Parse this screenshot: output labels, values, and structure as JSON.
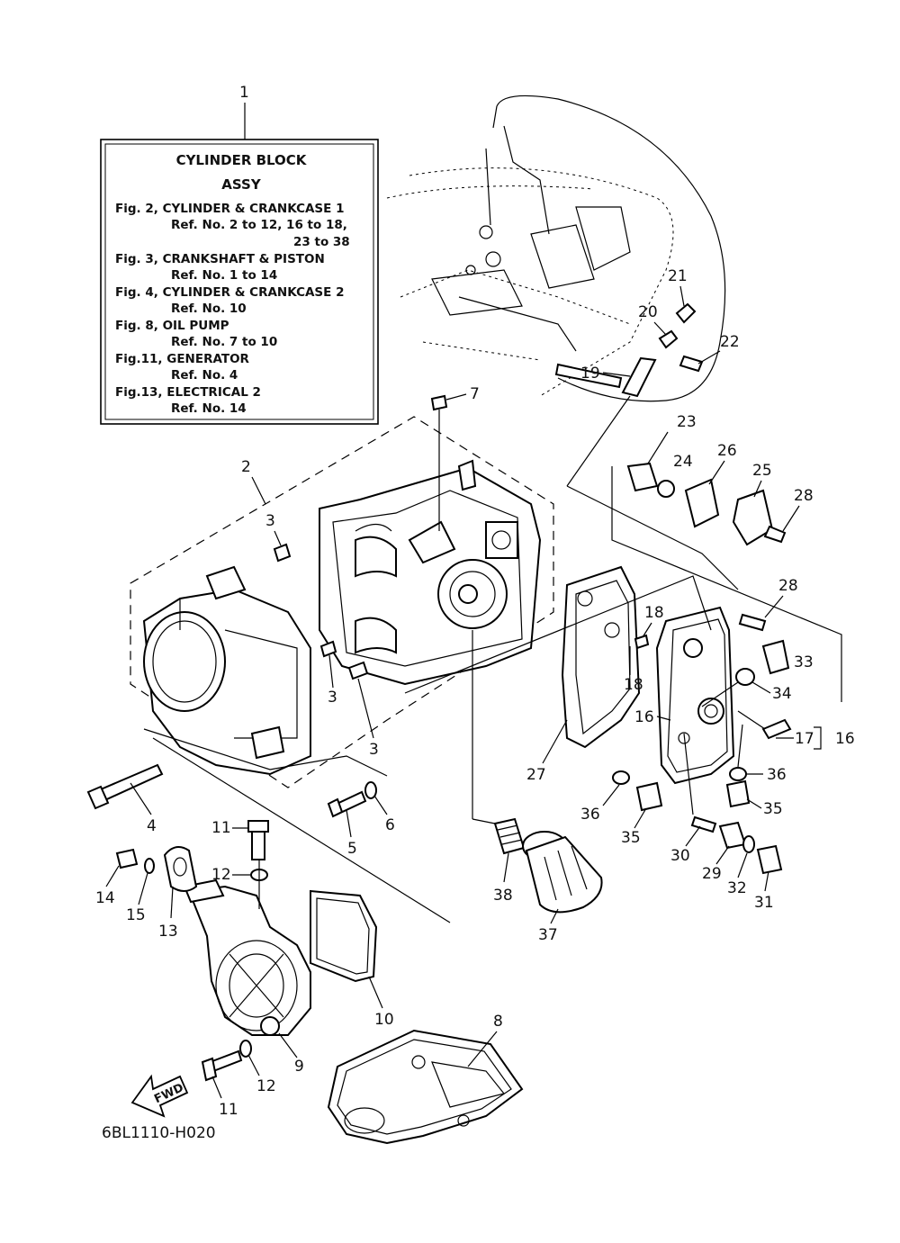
{
  "info_box": {
    "ref_number": "1",
    "title": "CYLINDER  BLOCK",
    "subtitle": "ASSY",
    "lines": [
      "Fig. 2, CYLINDER & CRANKCASE 1",
      "Ref. No. 2 to 12, 16 to 18,",
      "23 to 38",
      "Fig. 3, CRANKSHAFT & PISTON",
      "Ref. No. 1 to 14",
      "Fig. 4, CYLINDER & CRANKCASE 2",
      "Ref. No. 10",
      "Fig. 8, OIL PUMP",
      "Ref. No. 7 to 10",
      "Fig.11, GENERATOR",
      "Ref. No. 4",
      "Fig.13, ELECTRICAL 2",
      "Ref. No. 14"
    ]
  },
  "labels": {
    "n2": "2",
    "n3a": "3",
    "n3b": "3",
    "n3c": "3",
    "n4": "4",
    "n5": "5",
    "n6": "6",
    "n7": "7",
    "n8": "8",
    "n9": "9",
    "n10": "10",
    "n11a": "11",
    "n11b": "11",
    "n12a": "12",
    "n12b": "12",
    "n13": "13",
    "n14": "14",
    "n15": "15",
    "n16a": "16",
    "n16b": "16",
    "n17": "17",
    "n18a": "18",
    "n18b": "18",
    "n19": "19",
    "n20": "20",
    "n21": "21",
    "n22": "22",
    "n23": "23",
    "n24": "24",
    "n25": "25",
    "n26": "26",
    "n27": "27",
    "n28a": "28",
    "n28b": "28",
    "n29": "29",
    "n30": "30",
    "n31": "31",
    "n32": "32",
    "n33": "33",
    "n34": "34",
    "n35a": "35",
    "n35b": "35",
    "n36a": "36",
    "n36b": "36",
    "n37": "37",
    "n38": "38"
  },
  "fwd_label": "FWD",
  "drawing_code": "6BL1110-H020"
}
